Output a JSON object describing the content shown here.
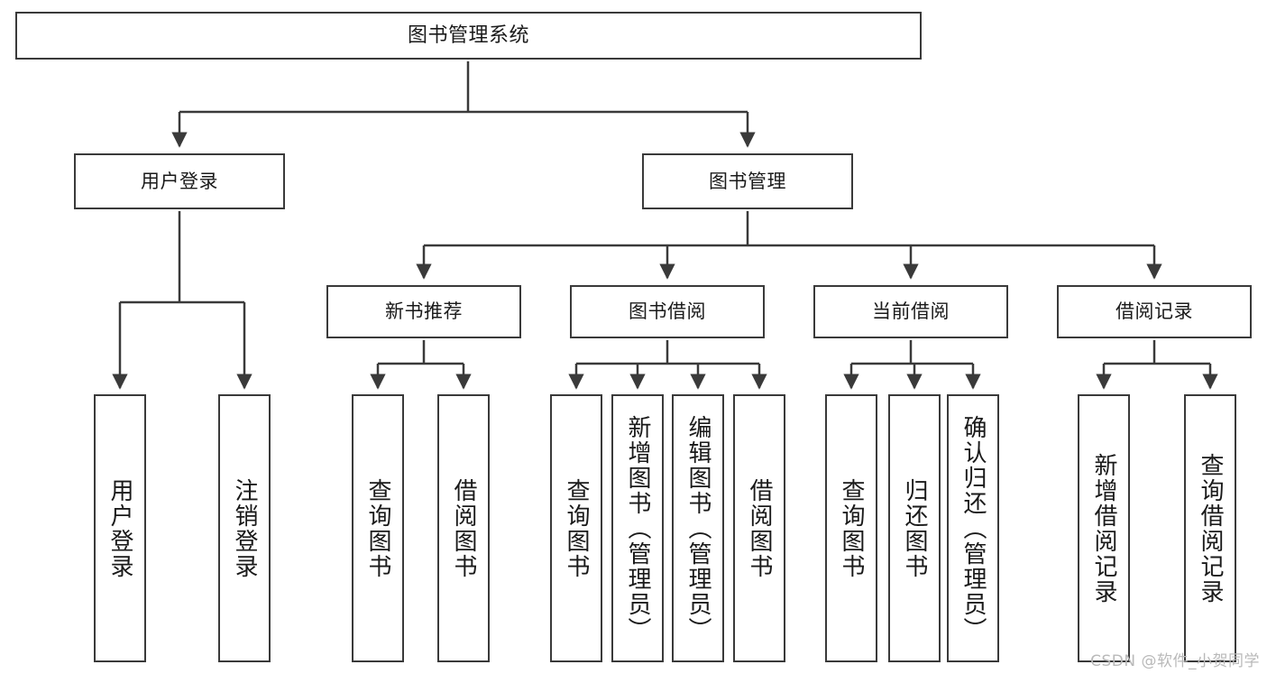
{
  "diagram": {
    "title": "图书管理系统",
    "type": "functional-structure-tree",
    "root": {
      "label": "图书管理系统"
    },
    "level2": [
      {
        "label": "用户登录"
      },
      {
        "label": "图书管理"
      }
    ],
    "level3": [
      {
        "label": "新书推荐"
      },
      {
        "label": "图书借阅"
      },
      {
        "label": "当前借阅"
      },
      {
        "label": "借阅记录"
      }
    ],
    "leaves": {
      "user_login": [
        {
          "label": "用户登录"
        },
        {
          "label": "注销登录"
        }
      ],
      "new_book_recommend": [
        {
          "label": "查询图书"
        },
        {
          "label": "借阅图书"
        }
      ],
      "book_borrow": [
        {
          "label": "查询图书"
        },
        {
          "label": "新增图书（管理员）"
        },
        {
          "label": "编辑图书（管理员）"
        },
        {
          "label": "借阅图书"
        }
      ],
      "current_borrow": [
        {
          "label": "查询图书"
        },
        {
          "label": "归还图书"
        },
        {
          "label": "确认归还（管理员）"
        }
      ],
      "borrow_record": [
        {
          "label": "新增借阅记录"
        },
        {
          "label": "查询借阅记录"
        }
      ]
    }
  },
  "watermark": {
    "text": "CSDN @软件_小贺同学"
  },
  "colors": {
    "stroke": "#3a3a3a",
    "fill": "#ffffff",
    "text": "#1a1a1a",
    "watermark": "#b9b9b9"
  }
}
